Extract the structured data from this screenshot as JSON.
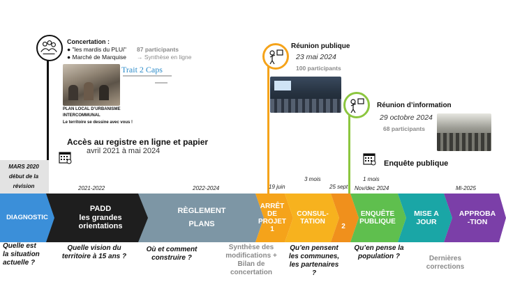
{
  "top": {
    "concertation": {
      "title": "Concertation :",
      "bullet1": "\"les mardis du PLUi\"",
      "bullet2": "Marché de Marquise",
      "participants": "87 participants",
      "synthese": "→ Synthèse en ligne"
    },
    "doc": {
      "brand": "Trait 2 Caps",
      "line1": "PLAN LOCAL D’URBANISME",
      "line2": "INTERCOMMUNAL",
      "line3": "Le territoire se dessine avec vous !"
    },
    "registre": {
      "title": "Accès au registre en ligne et papier",
      "dates": "avril 2021 à mai 2024"
    },
    "reunion_publique": {
      "title": "Réunion publique",
      "date": "23 mai 2024",
      "participants": "100 participants"
    },
    "reunion_info": {
      "title": "Réunion d’information",
      "date": "29 octobre 2024",
      "participants": "68 participants"
    },
    "enquete_publique": {
      "title": "Enquête publique"
    },
    "start": {
      "line1": "MARS 2020",
      "line2": "début de la",
      "line3": "révision"
    }
  },
  "dates": {
    "d1": "2021-2022",
    "d2": "2022-2024",
    "d3": "19 juin",
    "d4": "3 mois",
    "d5": "25 sept",
    "d6": "1 mois",
    "d7": "Nov/dec 2024",
    "d8": "Mi-2025"
  },
  "stages": {
    "diagnostic": "DIAGNOSTIC",
    "padd": [
      "PADD",
      "les grandes",
      "orientations"
    ],
    "reglement": [
      "RÈGLEMENT",
      "PLANS"
    ],
    "arret": [
      "ARRÊT",
      "DE",
      "PROJET",
      "1"
    ],
    "consultation": [
      "CONSUL-",
      "TATION"
    ],
    "two": "2",
    "enquete": [
      "ENQUÊTE",
      "PUBLIQUE"
    ],
    "mise": [
      "MISE A",
      "JOUR"
    ],
    "approbation": [
      "APPROBA",
      "-TION"
    ]
  },
  "questions": {
    "q1": [
      "Quelle est",
      "la situation",
      "actuelle ?"
    ],
    "q2": [
      "Quelle vision du",
      "territoire à 15 ans ?"
    ],
    "q3": [
      "Où et comment",
      "construire ?"
    ],
    "q4": [
      "Synthèse des",
      "modifications +",
      "Bilan de",
      "concertation"
    ],
    "q5": [
      "Qu’en pensent",
      "les communes,",
      "les partenaires",
      "?"
    ],
    "q6": [
      "Qu’en pense la",
      "population ?"
    ],
    "q7": [
      "Dernières",
      "corrections"
    ]
  },
  "icons": {
    "concertation": "people-group-icon",
    "reunion": "meeting-presenter-icon",
    "calendar": "calendar-icon"
  },
  "colors": {
    "diagnostic": "#3b8fd9",
    "padd": "#1e1e1e",
    "reglement": "#7d96a5",
    "arret": "#f5a31a",
    "consultation": "#f7b21e",
    "orange": "#f0901c",
    "enquete": "#5fbf4e",
    "mise": "#1aa6a6",
    "approbation": "#7b3fa8",
    "green_line": "#8cc63f"
  }
}
